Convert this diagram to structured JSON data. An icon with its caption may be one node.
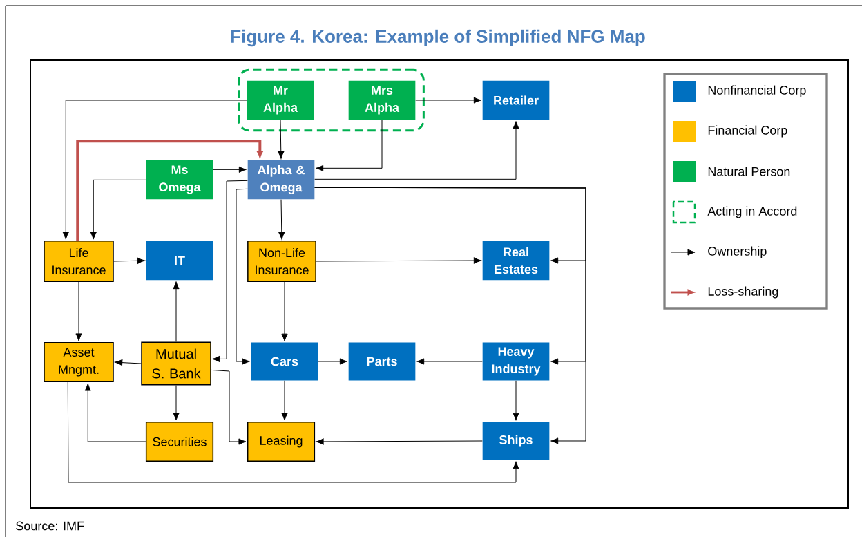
{
  "diagram": {
    "title": "Figure 4. Korea: Example of Simplified NFG Map",
    "caption": "Source: IMF",
    "nodes": [
      {
        "text": [],
        "shape": "box"
      },
      {
        "text": [
          "Mr Alpha"
        ],
        "in": 0
      },
      {
        "text": [
          "Mrs Alpha"
        ],
        "in": 0
      },
      {
        "text": [
          "Retailer"
        ]
      },
      {
        "text": [
          "Ms Omega"
        ]
      },
      {
        "text": [
          "Alpha & Omega"
        ]
      },
      {
        "text": [
          "Life Insurance"
        ]
      },
      {
        "text": [
          "IT"
        ]
      },
      {
        "text": [
          "Non-Life Insurance"
        ]
      },
      {
        "text": [
          "Real Estates"
        ]
      },
      {
        "text": [
          "Asset Mngmt."
        ]
      },
      {
        "text": [
          "Mutual S. Bank"
        ]
      },
      {
        "text": [
          "Cars"
        ]
      },
      {
        "text": [
          "Parts"
        ]
      },
      {
        "text": [
          "Heavy Industry"
        ]
      },
      {
        "text": [
          "Securities"
        ]
      },
      {
        "text": [
          "Leasing"
        ]
      },
      {
        "text": [
          "Ships"
        ]
      }
    ],
    "edges": [
      {
        "from": 1,
        "to": 6,
        "arrow": "to"
      },
      {
        "from": 1,
        "to": 5,
        "arrow": "to"
      },
      {
        "from": 2,
        "to": 3,
        "arrow": "to"
      },
      {
        "from": 2,
        "to": 5,
        "arrow": "to"
      },
      {
        "from": 6,
        "to": 5,
        "arrow": "to",
        "style": "thick",
        "color": "#c0504d"
      },
      {
        "from": 4,
        "to": 5,
        "arrow": "to"
      },
      {
        "from": 4,
        "to": 6,
        "arrow": "to"
      },
      {
        "from": 5,
        "to": 3,
        "arrow": "to"
      },
      {
        "from": 5,
        "to": 9,
        "arrow": "to"
      },
      {
        "from": 5,
        "to": 14,
        "arrow": "to"
      },
      {
        "from": 5,
        "to": 17,
        "arrow": "to"
      },
      {
        "from": 5,
        "to": 11,
        "arrow": "to"
      },
      {
        "from": 5,
        "to": 12,
        "arrow": "to"
      },
      {
        "from": 5,
        "to": 8,
        "arrow": "to"
      },
      {
        "from": 6,
        "to": 7,
        "arrow": "to"
      },
      {
        "from": 6,
        "to": 10,
        "arrow": "to"
      },
      {
        "from": 8,
        "to": 9,
        "arrow": "to"
      },
      {
        "from": 8,
        "to": 12,
        "arrow": "to"
      },
      {
        "from": 11,
        "to": 10,
        "arrow": "to"
      },
      {
        "from": 11,
        "to": 7,
        "arrow": "to"
      },
      {
        "from": 11,
        "to": 15,
        "arrow": "to"
      },
      {
        "from": 11,
        "to": 16,
        "arrow": "to"
      },
      {
        "from": 15,
        "to": 10,
        "arrow": "to"
      },
      {
        "from": 10,
        "to": 17,
        "arrow": "to"
      },
      {
        "from": 12,
        "to": 13,
        "arrow": "to"
      },
      {
        "from": 12,
        "to": 16,
        "arrow": "to"
      },
      {
        "from": 14,
        "to": 13,
        "arrow": "to"
      },
      {
        "from": 14,
        "to": 17,
        "arrow": "to"
      },
      {
        "from": 17,
        "to": 16,
        "arrow": "to"
      }
    ],
    "legend": [
      {
        "text": "Nonfinancial Corp",
        "color": "#0070c0"
      },
      {
        "text": "Financial Corp",
        "color": "#ffc000"
      },
      {
        "text": "Natural Person",
        "color": "#00b050"
      },
      {
        "text": "Acting in Accord"
      },
      {
        "text": "Ownership"
      },
      {
        "text": "Loss-sharing"
      }
    ]
  }
}
